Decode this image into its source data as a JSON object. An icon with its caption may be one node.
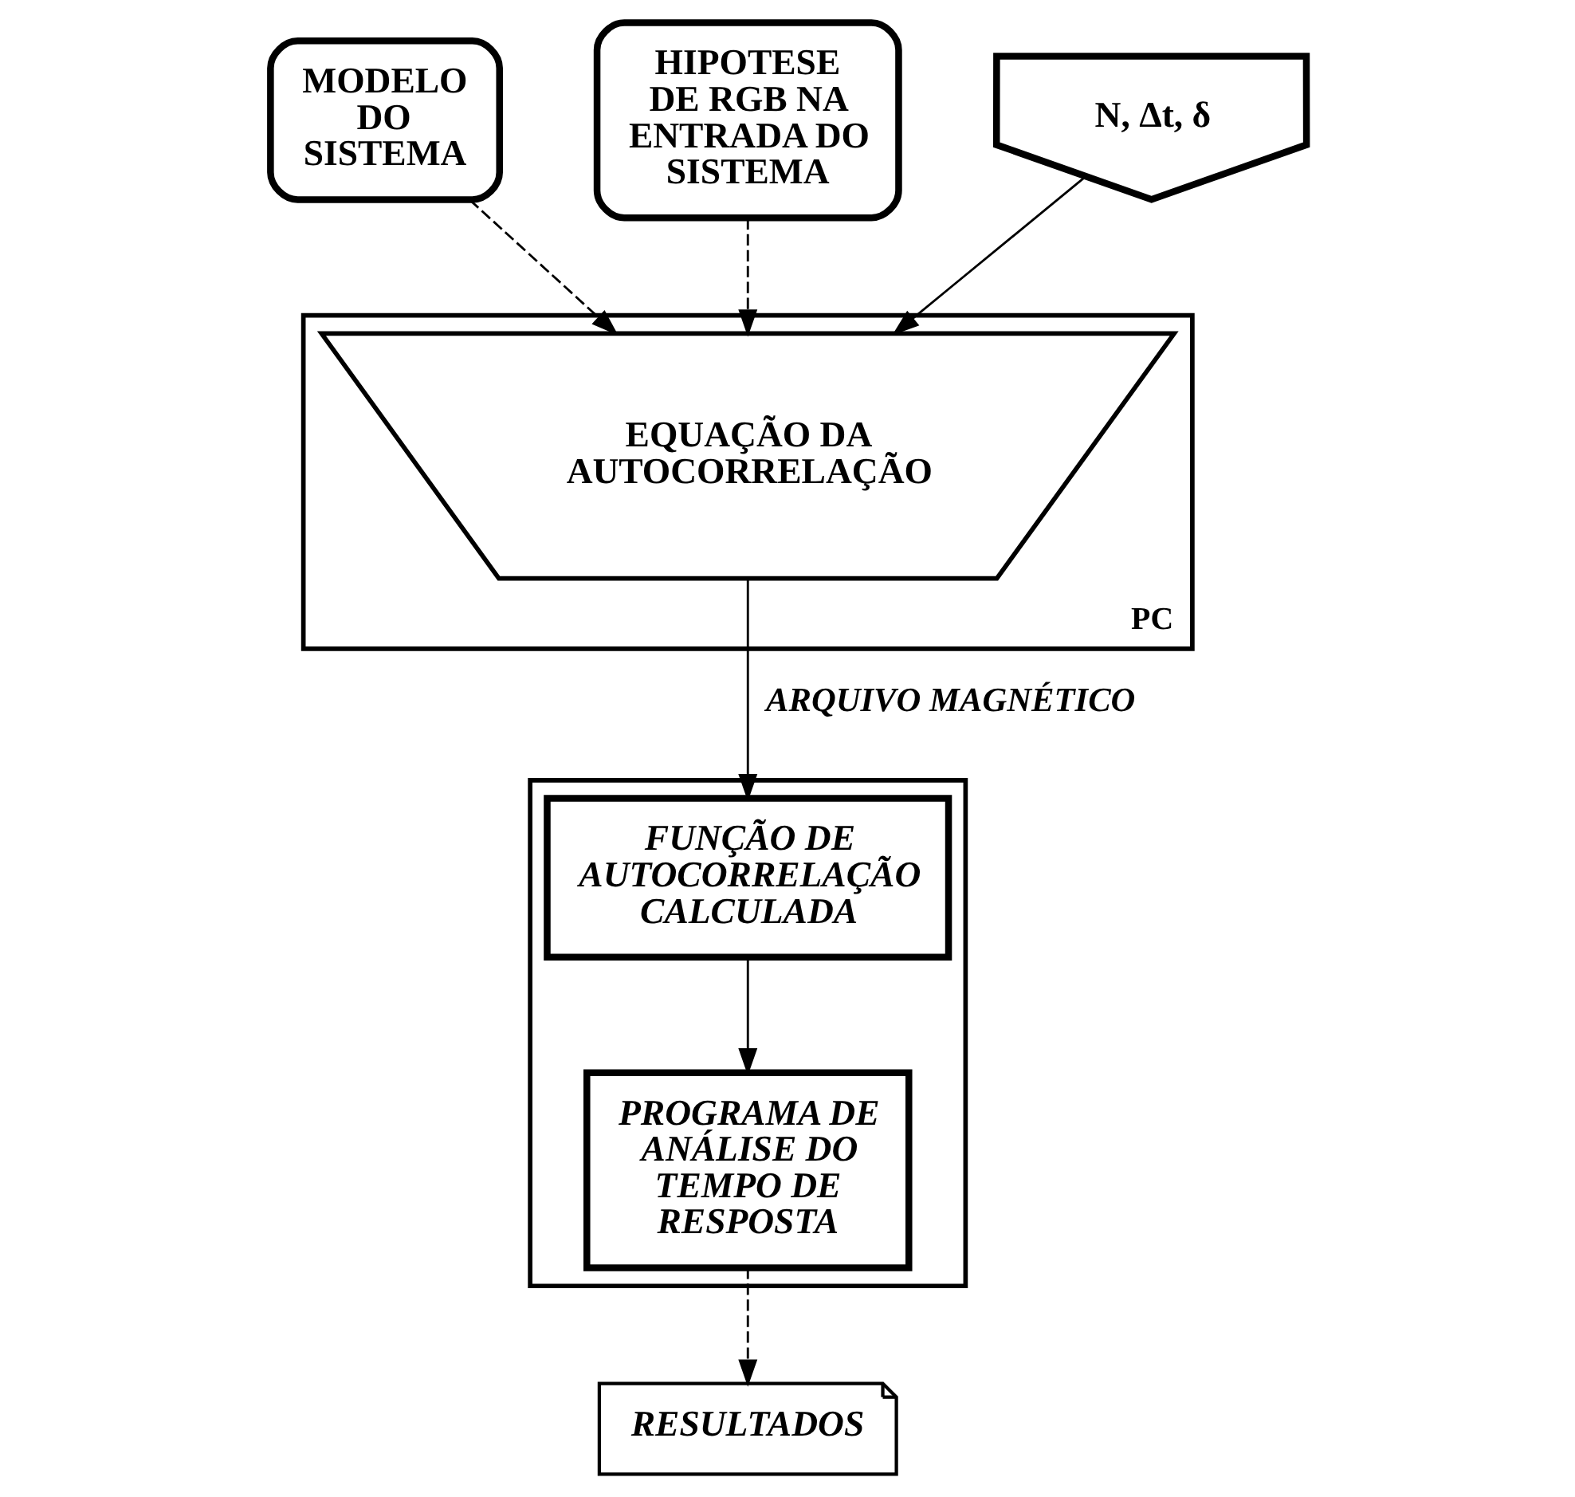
{
  "diagram": {
    "nodes": [
      {
        "text": [
          "MODELO DO SISTEMA"
        ]
      },
      {
        "text": [
          "HIPOTESE DE RGB NA ENTRADA DO SISTEMA"
        ]
      },
      {
        "text": [
          "N, Δt, δ"
        ]
      },
      {
        "text": [
          "PC"
        ]
      },
      {
        "text": [
          "EQUAÇÃO DA AUTOCORRELAÇÃO"
        ],
        "in": 3
      },
      {
        "text": [],
        "shape": "box"
      },
      {
        "text": [
          "FUNÇÃO DE AUTOCORRELAÇÃO CALCULADA"
        ],
        "in": 5
      },
      {
        "text": [
          "PROGRAMA DE ANÁLISE DO TEMPO DE RESPOSTA"
        ],
        "in": 5
      },
      {
        "text": [
          "RESULTADOS"
        ]
      }
    ],
    "edges": [
      {
        "from": 0,
        "to": 4,
        "arrow": "to",
        "style": "dashed"
      },
      {
        "from": 1,
        "to": 4,
        "arrow": "to",
        "style": "dashed"
      },
      {
        "from": 2,
        "to": 4,
        "arrow": "to"
      },
      {
        "from": 4,
        "to": 6,
        "arrow": "to",
        "label": "ARQUIVO MAGNÉTICO"
      },
      {
        "from": 6,
        "to": 7,
        "arrow": "to"
      },
      {
        "from": 7,
        "to": 8,
        "arrow": "to",
        "style": "dashed"
      }
    ]
  }
}
